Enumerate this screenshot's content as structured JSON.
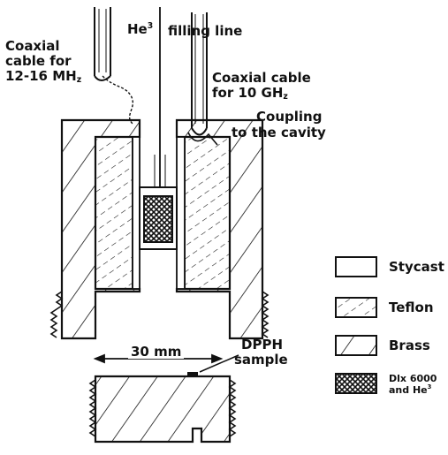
{
  "labels": {
    "coax_low_1": "Coaxial",
    "coax_low_2": "cable for",
    "coax_low_3": "12-16 MH",
    "coax_low_3_sub": "z",
    "he3_main": "He",
    "he3_sup": "3",
    "filling_line": "filling line",
    "coax_high_1": "Coaxial cable",
    "coax_high_2": "for 10 GH",
    "coax_high_2_sub": "z",
    "coupling_1": "Coupling",
    "coupling_2": "to the cavity",
    "dimension": "30 mm",
    "dpph_1": "DPPH",
    "dpph_2": "sample"
  },
  "legend": [
    {
      "pattern": "plain",
      "label": "Stycast"
    },
    {
      "pattern": "dashed-hatch",
      "label": "Teflon"
    },
    {
      "pattern": "diagonal-hatch",
      "label": "Brass"
    },
    {
      "pattern": "crosshatch",
      "label": "Dlx 6000",
      "label2": "and He",
      "label2_sup": "3"
    }
  ]
}
